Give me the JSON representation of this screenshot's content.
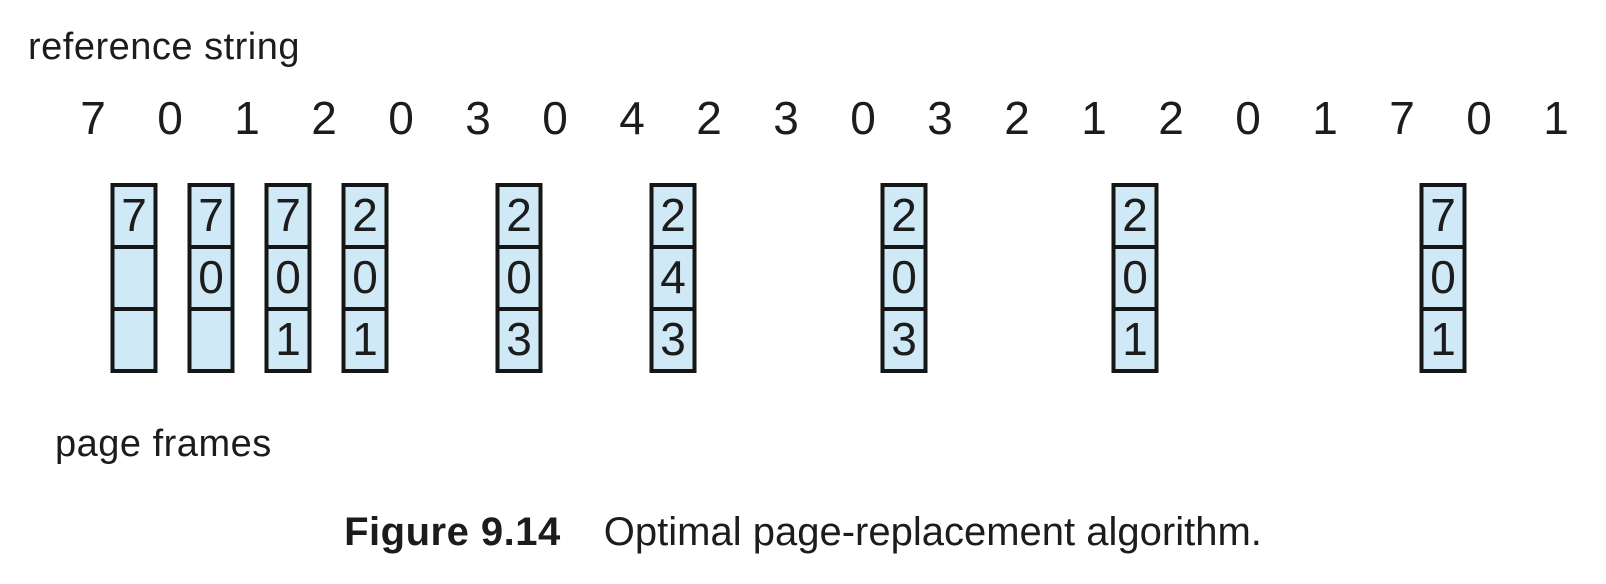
{
  "figure": {
    "reference_string_label": "reference string",
    "page_frames_label": "page frames",
    "reference_string": [
      "7",
      "0",
      "1",
      "2",
      "0",
      "3",
      "0",
      "4",
      "2",
      "3",
      "0",
      "3",
      "2",
      "1",
      "2",
      "0",
      "1",
      "7",
      "0",
      "1"
    ],
    "frame_columns": [
      {
        "under_index": 0,
        "cells": [
          "7",
          "",
          ""
        ]
      },
      {
        "under_index": 1,
        "cells": [
          "7",
          "0",
          ""
        ]
      },
      {
        "under_index": 2,
        "cells": [
          "7",
          "0",
          "1"
        ]
      },
      {
        "under_index": 3,
        "cells": [
          "2",
          "0",
          "1"
        ]
      },
      {
        "under_index": 5,
        "cells": [
          "2",
          "0",
          "3"
        ]
      },
      {
        "under_index": 7,
        "cells": [
          "2",
          "4",
          "3"
        ]
      },
      {
        "under_index": 10,
        "cells": [
          "2",
          "0",
          "3"
        ]
      },
      {
        "under_index": 13,
        "cells": [
          "2",
          "0",
          "1"
        ]
      },
      {
        "under_index": 17,
        "cells": [
          "7",
          "0",
          "1"
        ]
      }
    ],
    "caption": {
      "label": "Figure 9.14",
      "text": "Optimal page-replacement algorithm."
    },
    "colors": {
      "cell_fill": "#d0e9f7",
      "line": "#161616",
      "text": "#1c1c1c"
    }
  }
}
